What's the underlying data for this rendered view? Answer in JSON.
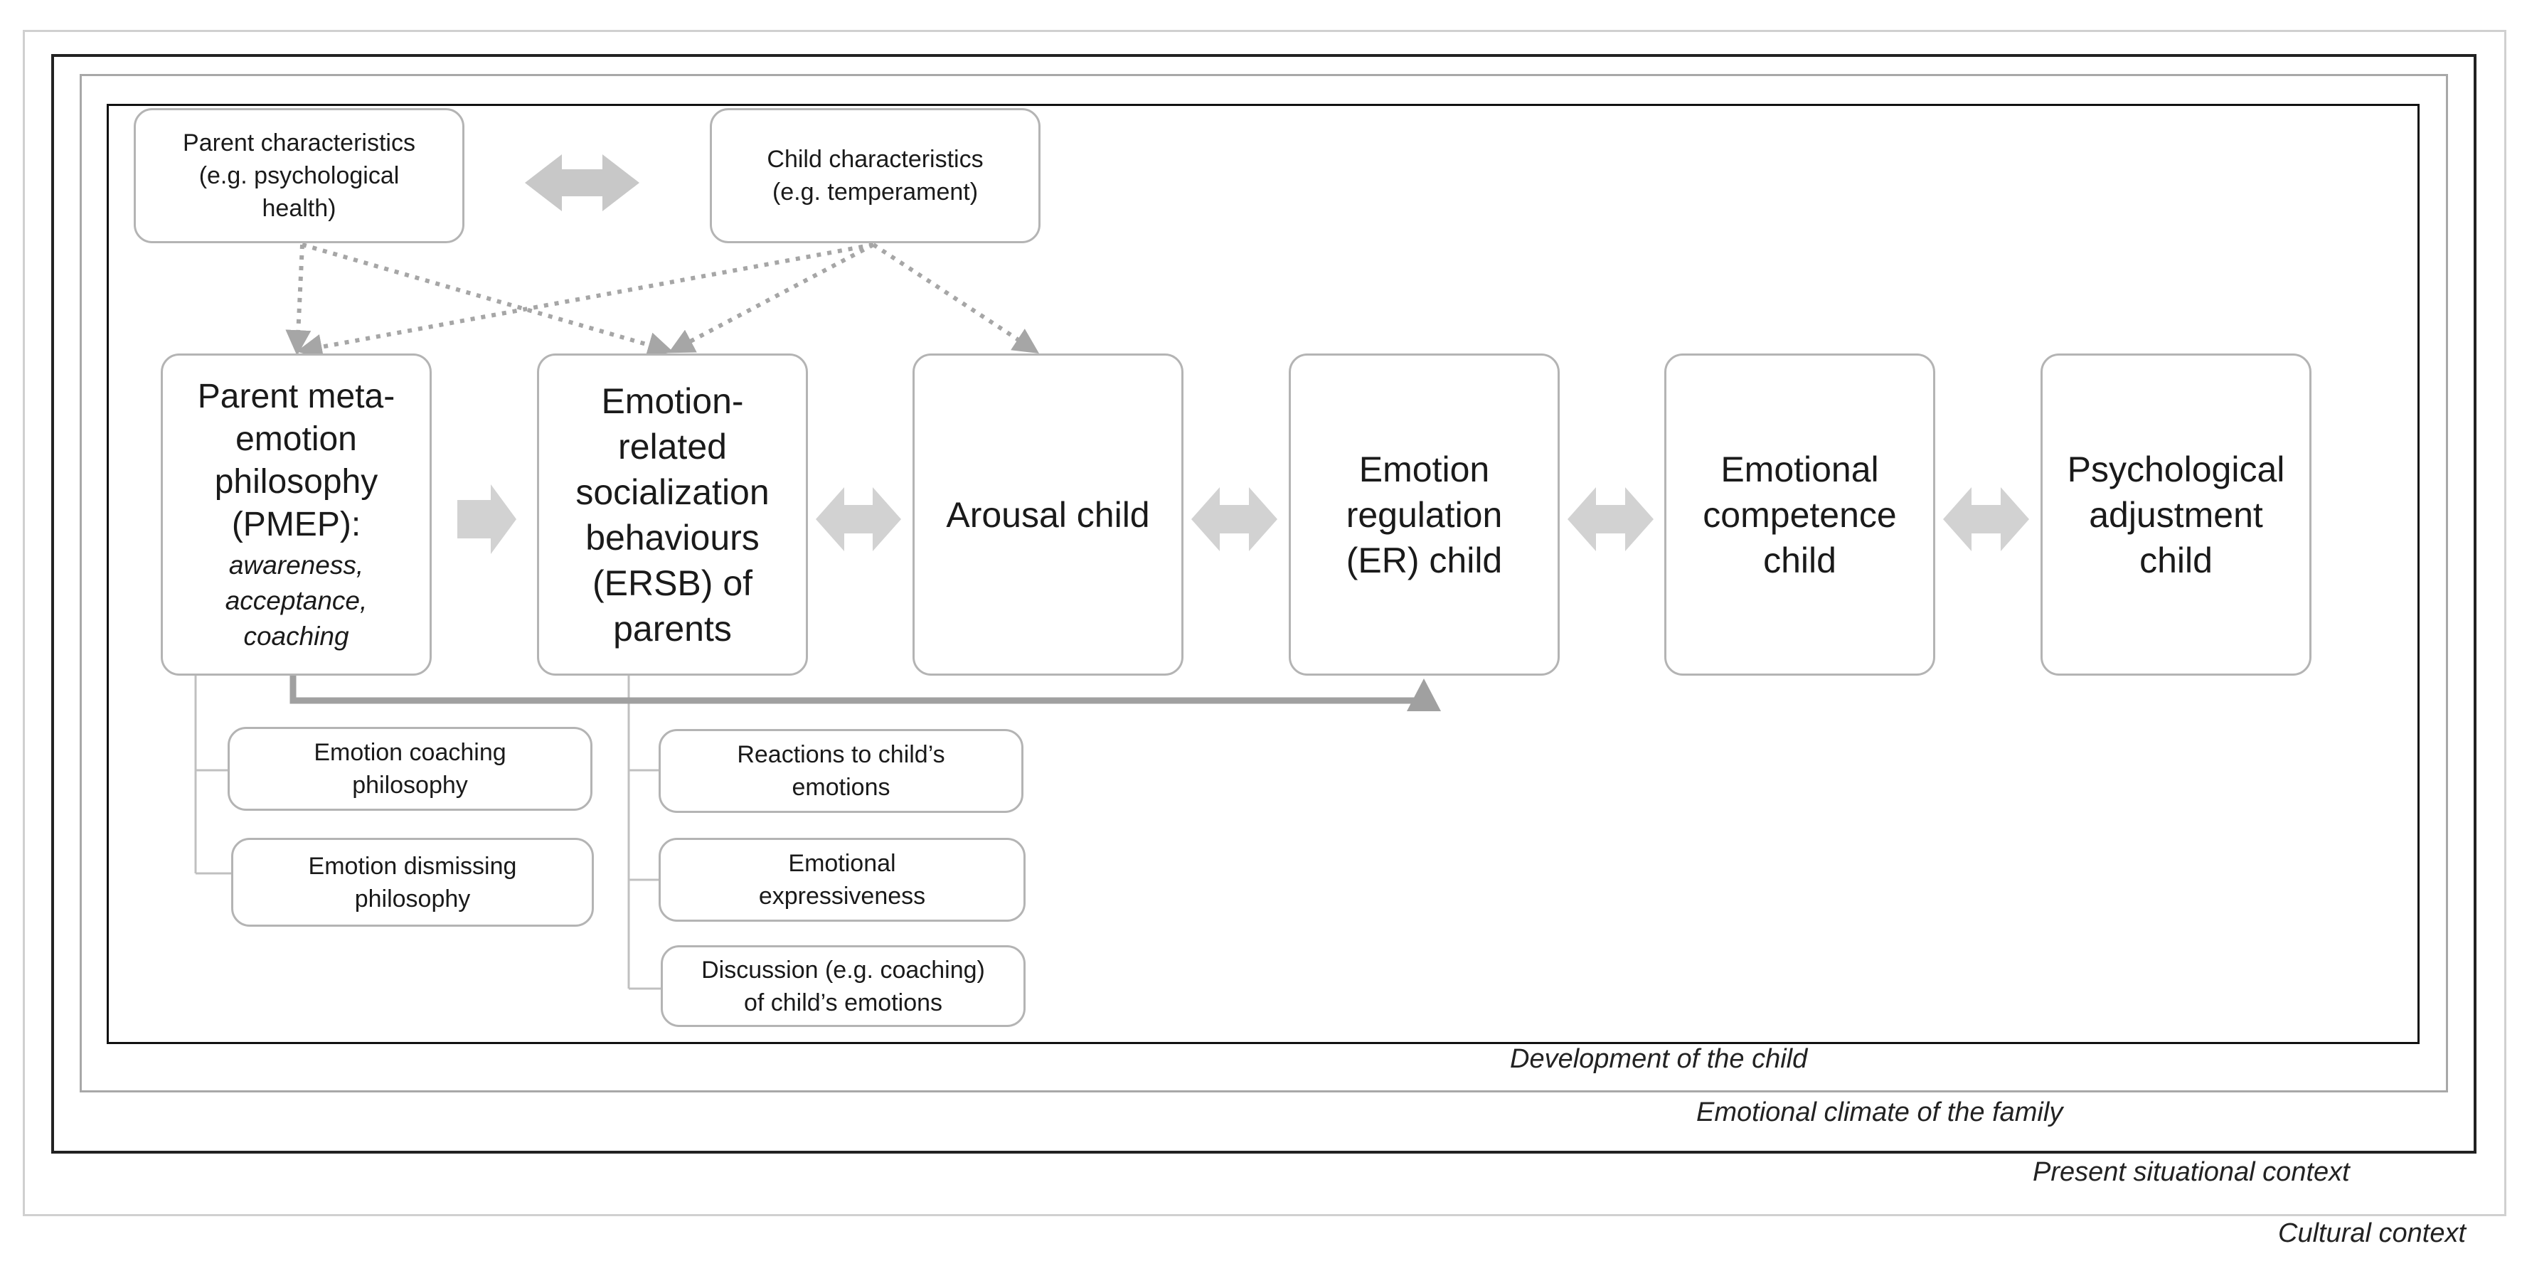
{
  "contexts": {
    "development": "Development of the child",
    "family": "Emotional climate of the family",
    "situational": "Present situational context",
    "cultural": "Cultural context"
  },
  "characteristics": {
    "parent": {
      "line1": "Parent characteristics",
      "line2": "(e.g. psychological",
      "line3": "health)"
    },
    "child": {
      "line1": "Child characteristics",
      "line2": "(e.g. temperament)"
    }
  },
  "main_boxes": {
    "pmep": {
      "lines": [
        "Parent meta-",
        "emotion",
        "philosophy",
        "(PMEP):"
      ],
      "sub": [
        "awareness,",
        "acceptance,",
        "coaching"
      ]
    },
    "ersb": {
      "lines": [
        "Emotion-",
        "related",
        "socialization",
        "behaviours",
        "(ERSB) of",
        "parents"
      ]
    },
    "arousal": {
      "lines": [
        "Arousal child"
      ]
    },
    "er": {
      "lines": [
        "Emotion",
        "regulation",
        "(ER) child"
      ]
    },
    "ec": {
      "lines": [
        "Emotional",
        "competence",
        "child"
      ]
    },
    "psy": {
      "lines": [
        "Psychological",
        "adjustment",
        "child"
      ]
    }
  },
  "sub_boxes": {
    "coaching_philosophy": [
      "Emotion coaching",
      "philosophy"
    ],
    "dismissing_philosophy": [
      "Emotion dismissing",
      "philosophy"
    ],
    "reactions": [
      "Reactions to child’s",
      "emotions"
    ],
    "expressiveness": [
      "Emotional",
      "expressiveness"
    ],
    "discussion": [
      "Discussion (e.g. coaching)",
      "of child’s emotions"
    ]
  },
  "colors": {
    "arrow_fill": "#d2d2d2",
    "dotted_arrow": "#a6a6a6",
    "solid_connector": "#a0a0a0",
    "box_border": "#b4b4b4",
    "tree_line": "#c0c0c0"
  }
}
